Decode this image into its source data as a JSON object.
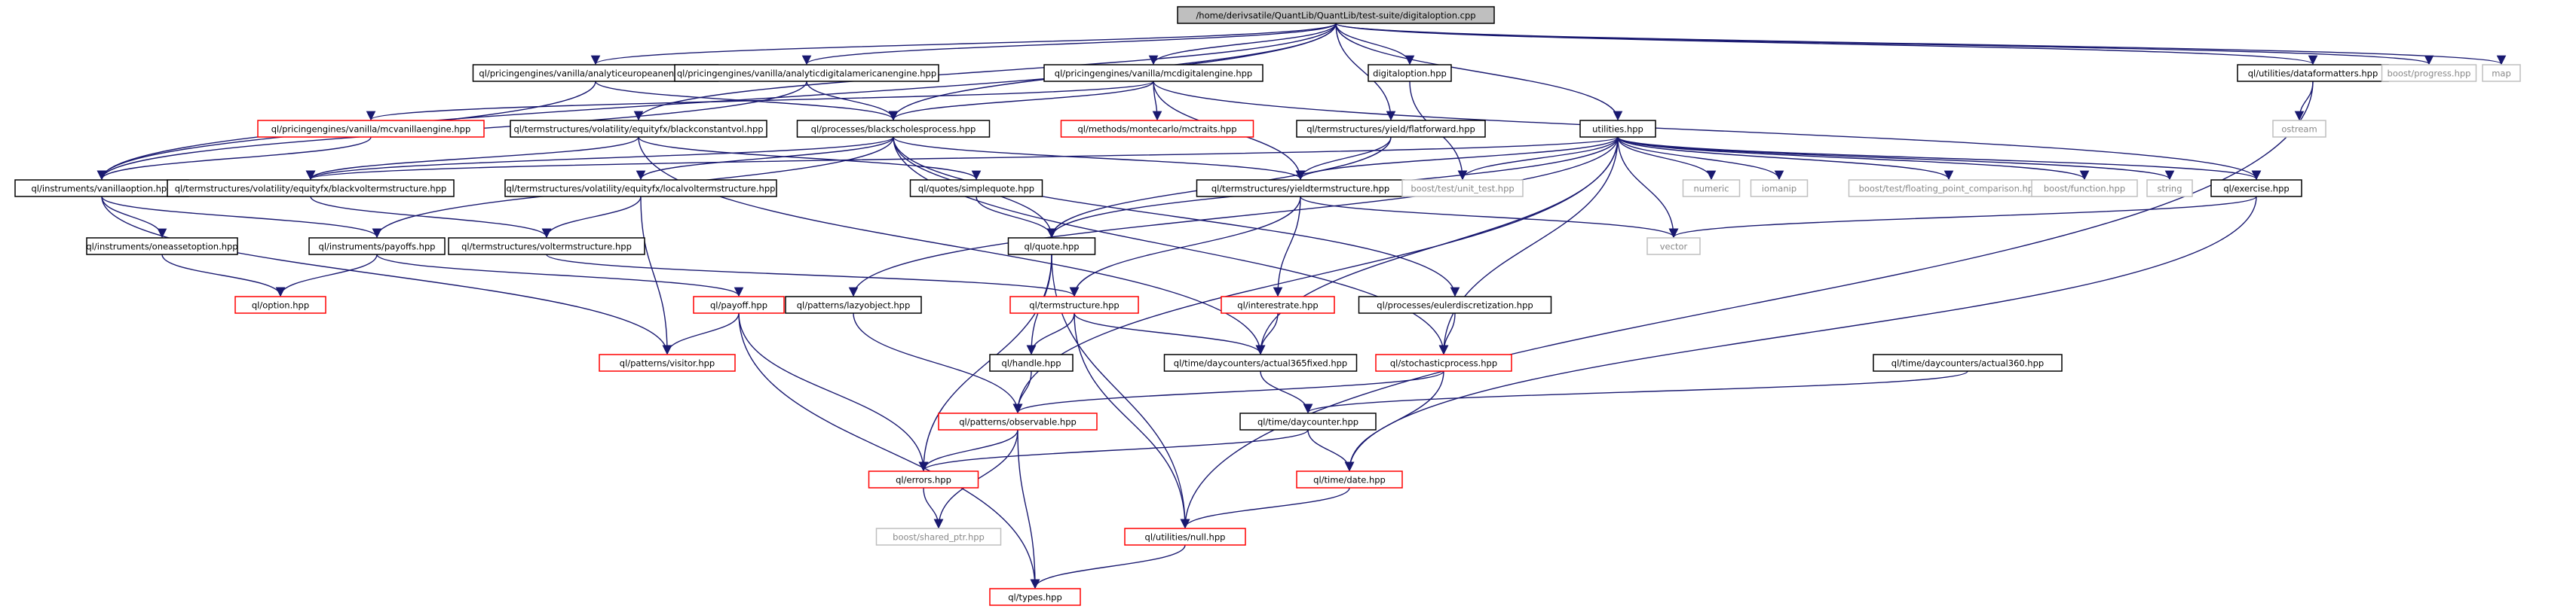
{
  "graph": {
    "title": "/home/derivsatile/QuantLib/QuantLib/test-suite/digitaloption.cpp",
    "colors": {
      "edge": "#191970",
      "root_fill": "#bfbfbf",
      "node_fill": "#ffffff",
      "node_border": "#000000",
      "missing_border": "#ff0000",
      "external_border": "#bfbfbf",
      "external_text": "#888888"
    },
    "nodes": [
      {
        "id": "root",
        "label": "/home/derivsatile/QuantLib/QuantLib/test-suite/digitaloption.cpp",
        "style": "root"
      },
      {
        "id": "aee",
        "label": "ql/pricingengines/vanilla/analyticeuropeanengine.hpp",
        "style": "normal"
      },
      {
        "id": "adae",
        "label": "ql/pricingengines/vanilla/analyticdigitalamericanengine.hpp",
        "style": "normal"
      },
      {
        "id": "mcde",
        "label": "ql/pricingengines/vanilla/mcdigitalengine.hpp",
        "style": "normal"
      },
      {
        "id": "digopt",
        "label": "digitaloption.hpp",
        "style": "normal"
      },
      {
        "id": "datafmt",
        "label": "ql/utilities/dataformatters.hpp",
        "style": "normal"
      },
      {
        "id": "bprogress",
        "label": "boost/progress.hpp",
        "style": "external"
      },
      {
        "id": "map",
        "label": "map",
        "style": "external"
      },
      {
        "id": "mcvan",
        "label": "ql/pricingengines/vanilla/mcvanillaengine.hpp",
        "style": "missing"
      },
      {
        "id": "bcv",
        "label": "ql/termstructures/volatility/equityfx/blackconstantvol.hpp",
        "style": "normal"
      },
      {
        "id": "bsp",
        "label": "ql/processes/blackscholesprocess.hpp",
        "style": "normal"
      },
      {
        "id": "mctraits",
        "label": "ql/methods/montecarlo/mctraits.hpp",
        "style": "missing"
      },
      {
        "id": "flatfwd",
        "label": "ql/termstructures/yield/flatforward.hpp",
        "style": "normal"
      },
      {
        "id": "utilities",
        "label": "utilities.hpp",
        "style": "normal"
      },
      {
        "id": "ostream",
        "label": "ostream",
        "style": "external"
      },
      {
        "id": "vanopt",
        "label": "ql/instruments/vanillaoption.hpp",
        "style": "normal"
      },
      {
        "id": "bvts",
        "label": "ql/termstructures/volatility/equityfx/blackvoltermstructure.hpp",
        "style": "normal"
      },
      {
        "id": "lvts",
        "label": "ql/termstructures/volatility/equityfx/localvoltermstructure.hpp",
        "style": "normal"
      },
      {
        "id": "simplequote",
        "label": "ql/quotes/simplequote.hpp",
        "style": "normal"
      },
      {
        "id": "yts",
        "label": "ql/termstructures/yieldtermstructure.hpp",
        "style": "normal"
      },
      {
        "id": "unittest",
        "label": "boost/test/unit_test.hpp",
        "style": "external"
      },
      {
        "id": "numeric",
        "label": "numeric",
        "style": "external"
      },
      {
        "id": "iomanip",
        "label": "iomanip",
        "style": "external"
      },
      {
        "id": "fpcomp",
        "label": "boost/test/floating_point_comparison.hpp",
        "style": "external"
      },
      {
        "id": "bfunction",
        "label": "boost/function.hpp",
        "style": "external"
      },
      {
        "id": "string",
        "label": "string",
        "style": "external"
      },
      {
        "id": "exercise",
        "label": "ql/exercise.hpp",
        "style": "normal"
      },
      {
        "id": "oao",
        "label": "ql/instruments/oneassetoption.hpp",
        "style": "normal"
      },
      {
        "id": "payoffs",
        "label": "ql/instruments/payoffs.hpp",
        "style": "normal"
      },
      {
        "id": "volts",
        "label": "ql/termstructures/voltermstructure.hpp",
        "style": "normal"
      },
      {
        "id": "quote",
        "label": "ql/quote.hpp",
        "style": "normal"
      },
      {
        "id": "vector",
        "label": "vector",
        "style": "external"
      },
      {
        "id": "option",
        "label": "ql/option.hpp",
        "style": "missing"
      },
      {
        "id": "payoff",
        "label": "ql/payoff.hpp",
        "style": "missing"
      },
      {
        "id": "lazyobj",
        "label": "ql/patterns/lazyobject.hpp",
        "style": "normal"
      },
      {
        "id": "termstr",
        "label": "ql/termstructure.hpp",
        "style": "missing"
      },
      {
        "id": "interest",
        "label": "ql/interestrate.hpp",
        "style": "missing"
      },
      {
        "id": "eulerd",
        "label": "ql/processes/eulerdiscretization.hpp",
        "style": "normal"
      },
      {
        "id": "visitor",
        "label": "ql/patterns/visitor.hpp",
        "style": "missing"
      },
      {
        "id": "handle",
        "label": "ql/handle.hpp",
        "style": "normal"
      },
      {
        "id": "act365",
        "label": "ql/time/daycounters/actual365fixed.hpp",
        "style": "normal"
      },
      {
        "id": "stochp",
        "label": "ql/stochasticprocess.hpp",
        "style": "missing"
      },
      {
        "id": "act360",
        "label": "ql/time/daycounters/actual360.hpp",
        "style": "normal"
      },
      {
        "id": "observable",
        "label": "ql/patterns/observable.hpp",
        "style": "missing"
      },
      {
        "id": "daycounter",
        "label": "ql/time/daycounter.hpp",
        "style": "normal"
      },
      {
        "id": "errors",
        "label": "ql/errors.hpp",
        "style": "missing"
      },
      {
        "id": "date",
        "label": "ql/time/date.hpp",
        "style": "missing"
      },
      {
        "id": "sharedptr",
        "label": "boost/shared_ptr.hpp",
        "style": "external"
      },
      {
        "id": "null",
        "label": "ql/utilities/null.hpp",
        "style": "missing"
      },
      {
        "id": "types",
        "label": "ql/types.hpp",
        "style": "missing"
      }
    ],
    "edges": [
      [
        "root",
        "aee"
      ],
      [
        "root",
        "adae"
      ],
      [
        "root",
        "mcde"
      ],
      [
        "root",
        "digopt"
      ],
      [
        "root",
        "datafmt"
      ],
      [
        "root",
        "bprogress"
      ],
      [
        "root",
        "map"
      ],
      [
        "root",
        "bcv"
      ],
      [
        "root",
        "bsp"
      ],
      [
        "root",
        "flatfwd"
      ],
      [
        "root",
        "utilities"
      ],
      [
        "root",
        "vanopt"
      ],
      [
        "aee",
        "vanopt"
      ],
      [
        "aee",
        "bsp"
      ],
      [
        "adae",
        "vanopt"
      ],
      [
        "adae",
        "bsp"
      ],
      [
        "mcde",
        "mcvan"
      ],
      [
        "mcde",
        "bsp"
      ],
      [
        "mcde",
        "mctraits"
      ],
      [
        "mcde",
        "exercise"
      ],
      [
        "mcde",
        "yts"
      ],
      [
        "digopt",
        "unittest"
      ],
      [
        "datafmt",
        "ostream"
      ],
      [
        "datafmt",
        "null"
      ],
      [
        "mcvan",
        "vanopt"
      ],
      [
        "bcv",
        "bvts"
      ],
      [
        "bcv",
        "simplequote"
      ],
      [
        "bcv",
        "act365"
      ],
      [
        "bsp",
        "bvts"
      ],
      [
        "bsp",
        "lvts"
      ],
      [
        "bsp",
        "yts"
      ],
      [
        "bsp",
        "quote"
      ],
      [
        "bsp",
        "eulerd"
      ],
      [
        "bsp",
        "stochp"
      ],
      [
        "bsp",
        "payoffs"
      ],
      [
        "flatfwd",
        "yts"
      ],
      [
        "flatfwd",
        "quote"
      ],
      [
        "utilities",
        "unittest"
      ],
      [
        "utilities",
        "numeric"
      ],
      [
        "utilities",
        "iomanip"
      ],
      [
        "utilities",
        "fpcomp"
      ],
      [
        "utilities",
        "bfunction"
      ],
      [
        "utilities",
        "string"
      ],
      [
        "utilities",
        "exercise"
      ],
      [
        "utilities",
        "vector"
      ],
      [
        "utilities",
        "quote"
      ],
      [
        "utilities",
        "yts"
      ],
      [
        "utilities",
        "bvts"
      ],
      [
        "utilities",
        "lazyobj"
      ],
      [
        "utilities",
        "act365"
      ],
      [
        "utilities",
        "stochp"
      ],
      [
        "utilities",
        "observable"
      ],
      [
        "vanopt",
        "oao"
      ],
      [
        "vanopt",
        "payoffs"
      ],
      [
        "vanopt",
        "visitor"
      ],
      [
        "bvts",
        "volts"
      ],
      [
        "lvts",
        "volts"
      ],
      [
        "lvts",
        "visitor"
      ],
      [
        "simplequote",
        "quote"
      ],
      [
        "yts",
        "termstr"
      ],
      [
        "yts",
        "interest"
      ],
      [
        "yts",
        "vector"
      ],
      [
        "exercise",
        "vector"
      ],
      [
        "exercise",
        "date"
      ],
      [
        "oao",
        "option"
      ],
      [
        "payoffs",
        "option"
      ],
      [
        "payoffs",
        "payoff"
      ],
      [
        "volts",
        "termstr"
      ],
      [
        "quote",
        "handle"
      ],
      [
        "quote",
        "errors"
      ],
      [
        "quote",
        "null"
      ],
      [
        "payoff",
        "visitor"
      ],
      [
        "payoff",
        "errors"
      ],
      [
        "payoff",
        "types"
      ],
      [
        "lazyobj",
        "observable"
      ],
      [
        "termstr",
        "handle"
      ],
      [
        "termstr",
        "act365"
      ],
      [
        "termstr",
        "null"
      ],
      [
        "interest",
        "act365"
      ],
      [
        "eulerd",
        "stochp"
      ],
      [
        "handle",
        "observable"
      ],
      [
        "act365",
        "daycounter"
      ],
      [
        "stochp",
        "observable"
      ],
      [
        "stochp",
        "date"
      ],
      [
        "act360",
        "daycounter"
      ],
      [
        "observable",
        "errors"
      ],
      [
        "observable",
        "sharedptr"
      ],
      [
        "observable",
        "types"
      ],
      [
        "daycounter",
        "date"
      ],
      [
        "daycounter",
        "errors"
      ],
      [
        "errors",
        "sharedptr"
      ],
      [
        "date",
        "null"
      ],
      [
        "null",
        "types"
      ]
    ]
  }
}
